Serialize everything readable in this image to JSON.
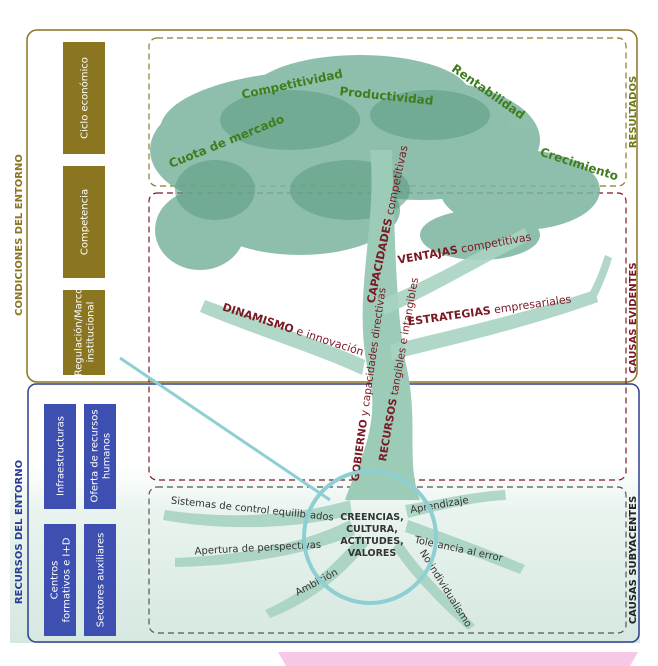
{
  "sections": {
    "condiciones": "CONDICIONES DEL ENTORNO",
    "recursos": "RECURSOS DEL ENTORNO",
    "resultados": "RESULTADOS",
    "causas_evidentes": "CAUSAS EVIDENTES",
    "causas_subyacentes": "CAUSAS SUBYACENTES"
  },
  "condiciones_boxes": [
    {
      "lines": [
        "Ciclo económico"
      ]
    },
    {
      "lines": [
        "Competencia"
      ]
    },
    {
      "lines": [
        "Regulación/Marco",
        "institucional"
      ]
    }
  ],
  "recursos_boxes": [
    {
      "lines": [
        "Infraestructuras"
      ]
    },
    {
      "lines": [
        "Oferta de recursos",
        "humanos"
      ]
    },
    {
      "lines": [
        "Centros",
        "formativos e I+D"
      ]
    },
    {
      "lines": [
        "Sectores auxiliares"
      ]
    }
  ],
  "resultados_words": {
    "competitividad": "Competitividad",
    "rentabilidad": "Rentabilidad",
    "productividad": "Productividad",
    "cuota": "Cuota de mercado",
    "crecimiento": "Crecimiento"
  },
  "branches": {
    "ventajas_bold": "VENTAJAS",
    "ventajas_rest": " competitivas",
    "estrategias_bold": "ESTRATEGIAS",
    "estrategias_rest": " empresariales",
    "dinamismo_bold": "DINAMISMO",
    "dinamismo_rest": " e innovación",
    "capacidades_bold": "CAPACIDADES",
    "capacidades_rest": " competitivas",
    "recursos_bold": "RECURSOS",
    "recursos_rest": " tangibles e intangibles",
    "gobierno_bold": "GOBIERNO",
    "gobierno_rest": " y capacidades directivas"
  },
  "roots": {
    "sistemas": "Sistemas de control equilibrados",
    "apertura": "Apertura de perspectivas",
    "ambicion": "Ambición",
    "aprendizaje": "Aprendizaje",
    "tolerancia": "Tolerancia al error",
    "no_individualismo": "No individualismo"
  },
  "core": [
    "CREENCIAS,",
    "CULTURA,",
    "ACTITUDES,",
    "VALORES"
  ],
  "colors": {
    "olive": "#7a6a1e",
    "olive_box": "#8a7520",
    "navy": "#2c3e92",
    "navy_box": "#3d4fb0",
    "maroon": "#7a1a24",
    "green_text": "#3f7d1f",
    "foliage": "#7bb59e",
    "trunk": "#9ccbb8",
    "circle": "#8ecfd3"
  }
}
